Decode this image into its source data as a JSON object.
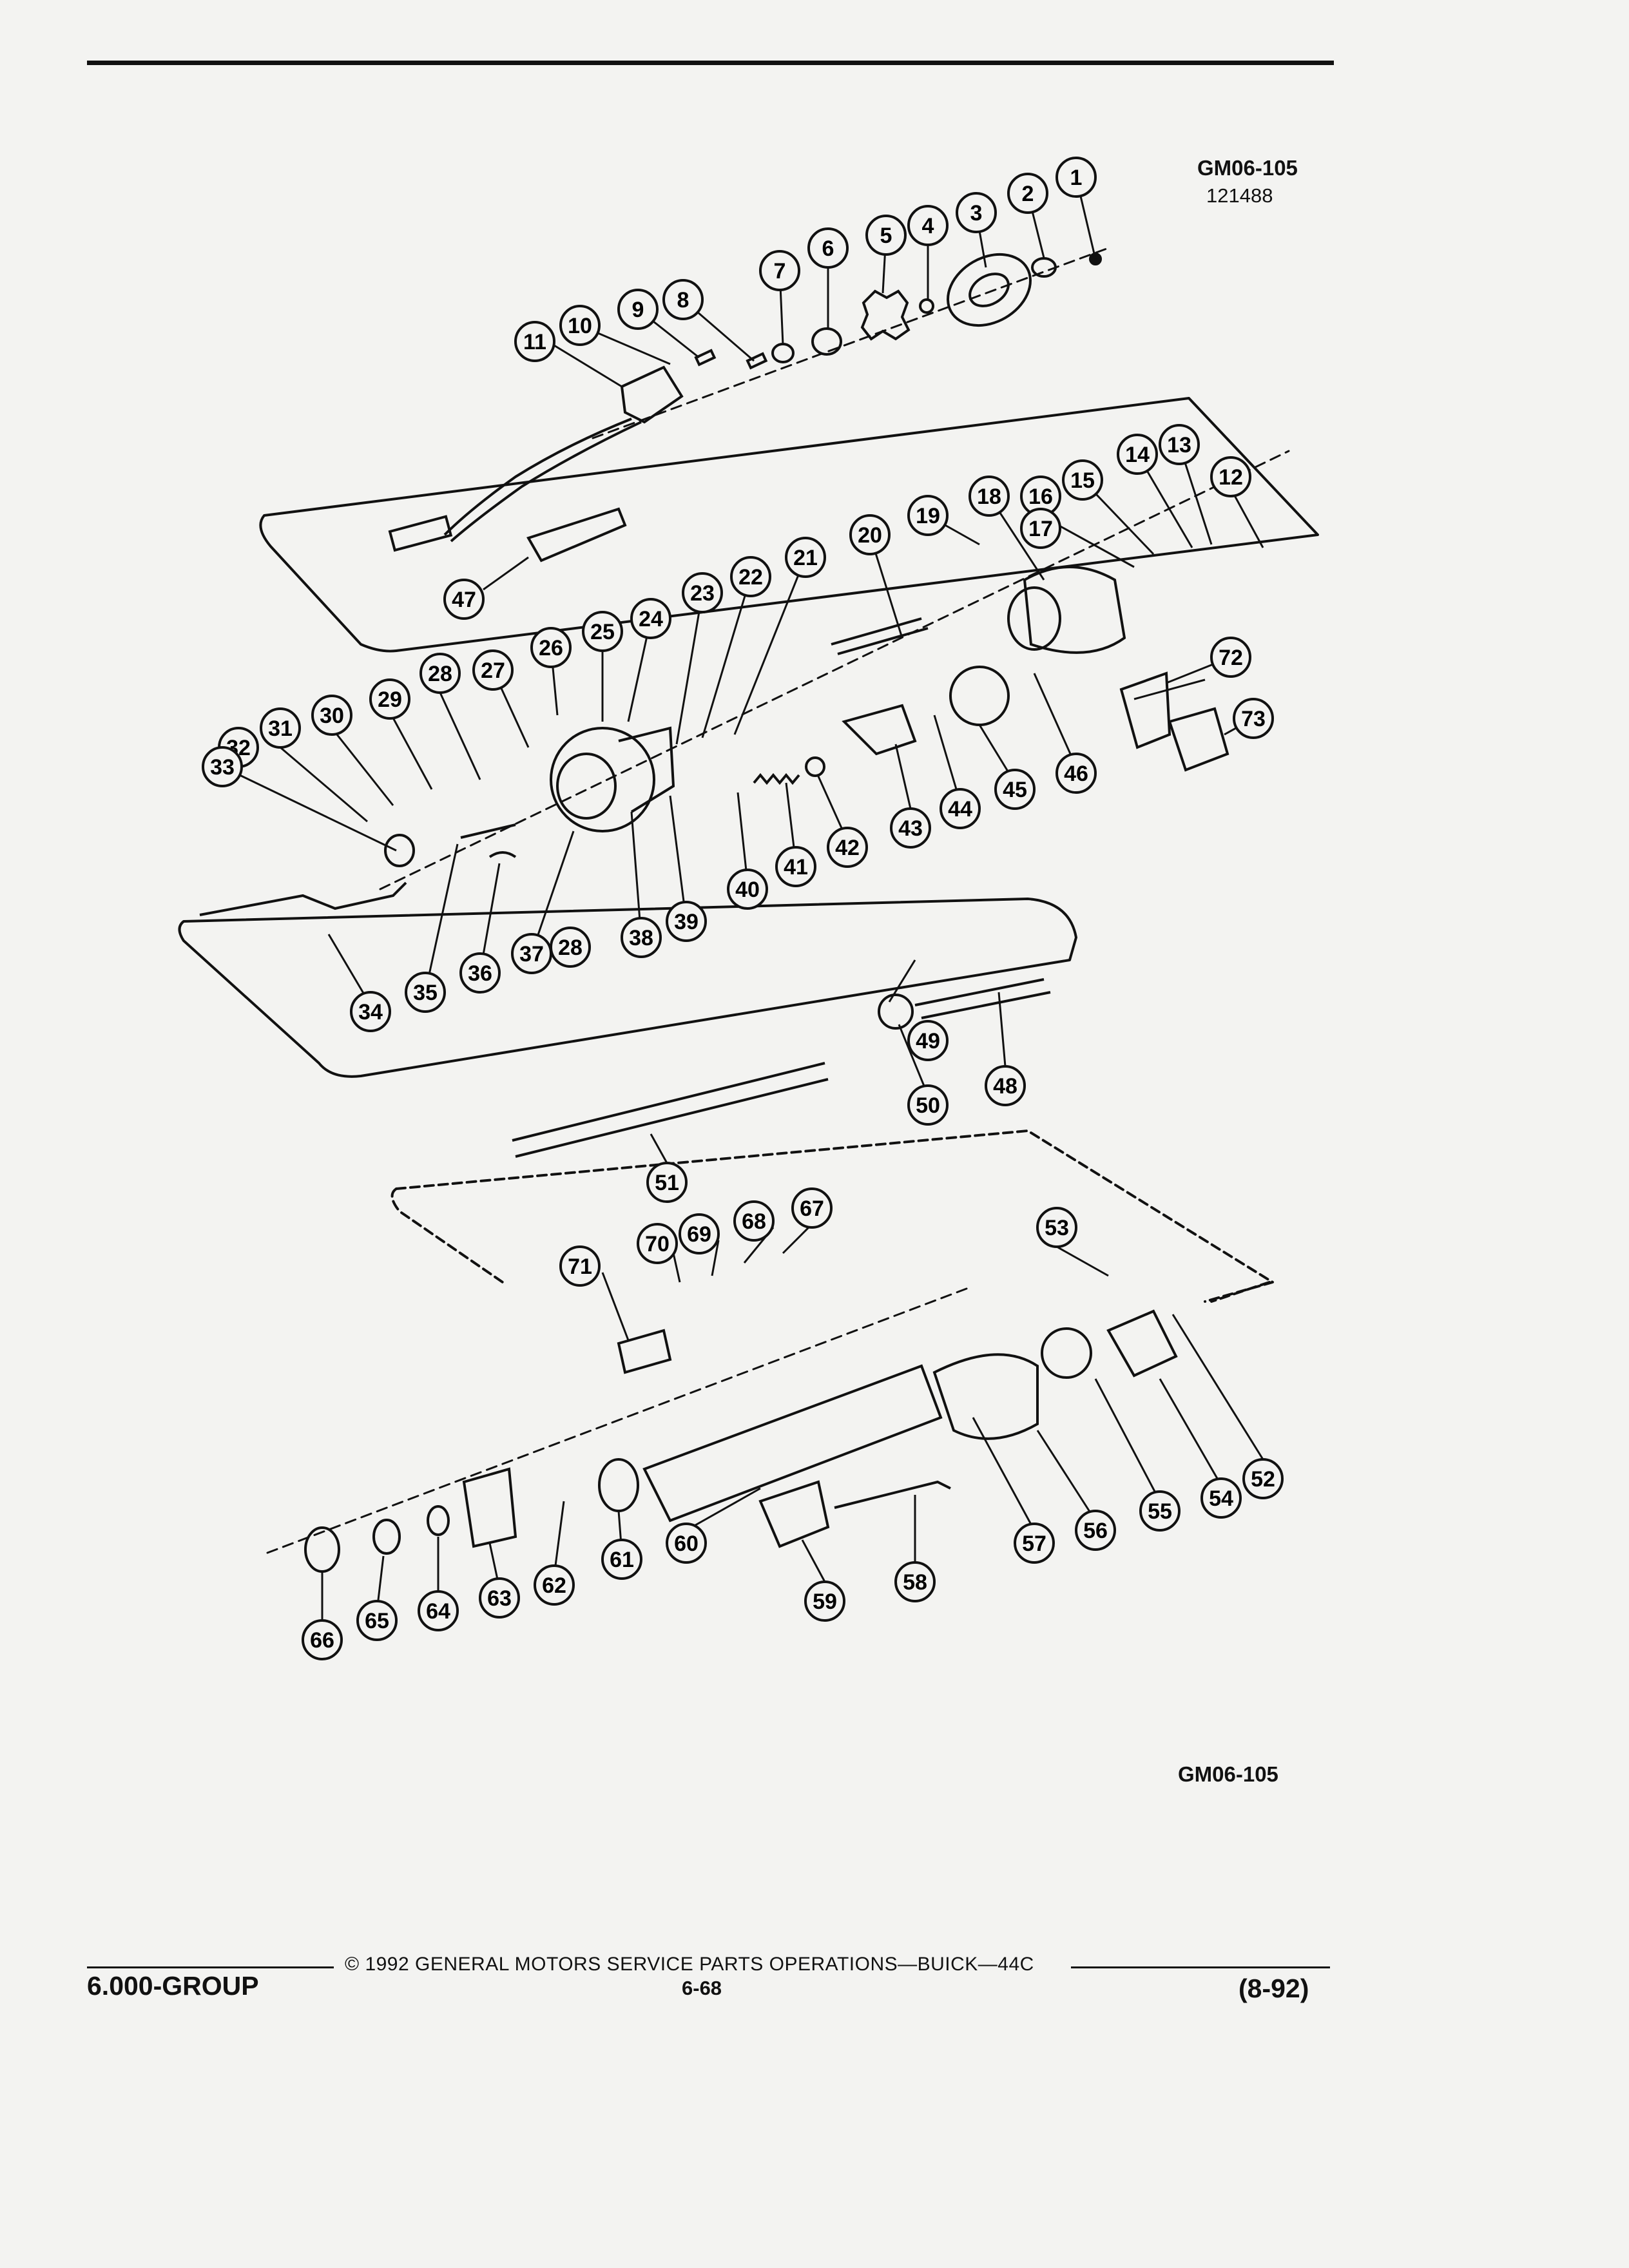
{
  "figure": {
    "id_top": "GM06-105",
    "number": "121488",
    "id_bottom": "GM06-105"
  },
  "footer": {
    "copyright": "© 1992 GENERAL MOTORS SERVICE PARTS OPERATIONS—BUICK—44C",
    "page": "6-68",
    "group": "6.000-GROUP",
    "date": "(8-92)"
  },
  "callouts": [
    "1",
    "2",
    "3",
    "4",
    "5",
    "6",
    "7",
    "8",
    "9",
    "10",
    "11",
    "12",
    "13",
    "14",
    "15",
    "16",
    "17",
    "18",
    "19",
    "20",
    "21",
    "22",
    "23",
    "24",
    "25",
    "26",
    "27",
    "28",
    "28",
    "29",
    "30",
    "31",
    "32",
    "33",
    "34",
    "35",
    "36",
    "37",
    "38",
    "39",
    "40",
    "41",
    "42",
    "43",
    "44",
    "45",
    "46",
    "47",
    "48",
    "49",
    "50",
    "51",
    "52",
    "53",
    "54",
    "55",
    "56",
    "57",
    "58",
    "59",
    "60",
    "61",
    "62",
    "63",
    "64",
    "65",
    "66",
    "67",
    "68",
    "69",
    "70",
    "71",
    "72",
    "73"
  ],
  "colors": {
    "ink": "#111111",
    "paper": "#f3f3f1"
  }
}
